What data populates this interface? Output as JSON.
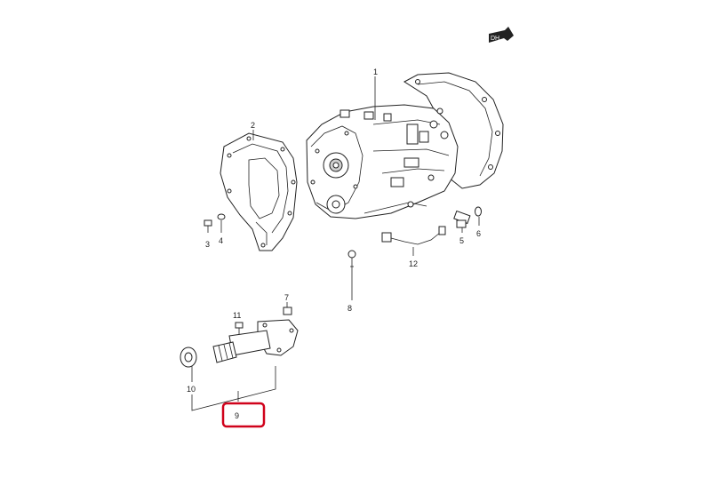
{
  "direction_badge": "DH",
  "callouts": [
    {
      "id": "1",
      "text": "1"
    },
    {
      "id": "2",
      "text": "2"
    },
    {
      "id": "3",
      "text": "3"
    },
    {
      "id": "4",
      "text": "4"
    },
    {
      "id": "5",
      "text": "5"
    },
    {
      "id": "6",
      "text": "6"
    },
    {
      "id": "7",
      "text": "7"
    },
    {
      "id": "8",
      "text": "8"
    },
    {
      "id": "9",
      "text": "9"
    },
    {
      "id": "10",
      "text": "10"
    },
    {
      "id": "11",
      "text": "11"
    },
    {
      "id": "12",
      "text": "12"
    }
  ],
  "highlight": {
    "target": "9",
    "color": "#d0021b"
  }
}
